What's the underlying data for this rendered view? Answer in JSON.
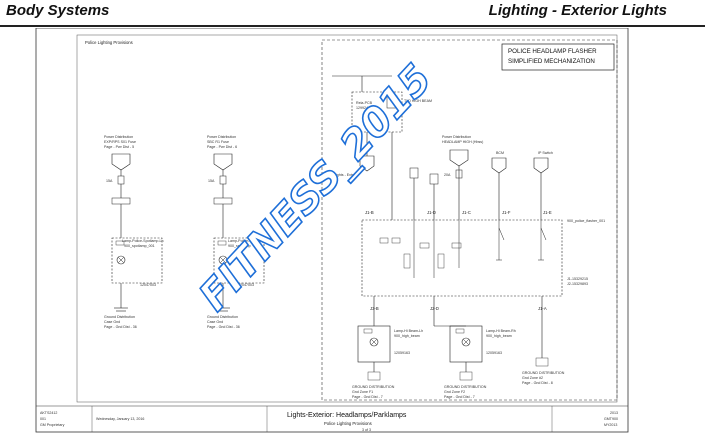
{
  "header": {
    "left_title": "Body Systems",
    "right_title": "Lighting - Exterior Lights"
  },
  "diagram": {
    "section_title": "Police Lighting Provisions",
    "box_title_line1": "POLICE HEADLAMP FLASHER",
    "box_title_line2": "SIMPLIFIED MECHANIZATION",
    "left_column": {
      "power_title": "Power Distribution",
      "power_line2": "EXP/RPS S01 Fuse",
      "power_line3": "Page - Pwr Dist - 5",
      "fuse": "15A",
      "lamp_label": "Lamp-Police-Spotlamp-Lh",
      "lamp_line2": "900_spotlamp_001",
      "part_no": "12047003",
      "ground_title": "Ground Distribution",
      "ground_line2": "Case Gnd",
      "ground_line3": "Page - Gnd Dist - 36"
    },
    "mid_column": {
      "power_title": "Power Distribution",
      "power_line2": "SBC R1 Fuse",
      "power_line3": "Page - Pwr Dist - 6",
      "fuse": "15A",
      "lamp_label": "Lamp-Police-Spotlamp-Rh",
      "lamp_line2": "900_spotlamp",
      "part_no": "12047003",
      "ground_title": "Ground Distribution",
      "ground_line2": "Case Gnd",
      "ground_line3": "Page - Gnd Dist - 36"
    },
    "right_area": {
      "power_dist_label": "Power Distribution",
      "power_dist_sub": "HEADLAMP HIGH (Hbss)",
      "fuse_20a": "20A",
      "bcm": "BCM",
      "ip_switch": "IP Switch",
      "relay_label": "Rela-PCB",
      "relay_part": "12992403",
      "hi_beam": "TLD HIGH BEAM",
      "connector_j1b": "J1-B",
      "connector_j1d": "J1-D",
      "connector_j1c": "J1-C",
      "connector_j1f": "J1-F",
      "connector_j1e": "J1-E",
      "connector_j3b": "J3-B",
      "connector_j2d": "J2-D",
      "connector_j1a": "J1-A",
      "module": "900_police_flasher_001",
      "j1_codes_1": "J1-15329215",
      "j1_codes_2": "J2-15329893",
      "lamp_hi_lh": "Lamp-Hi Beam-Lh",
      "lamp_hi_lh_sub": "900_high_beam",
      "lamp_hi_lh_part": "12059163",
      "lamp_hi_rh": "Lamp-Hi Beam-Rh",
      "lamp_hi_rh_sub": "900_high_beam",
      "lamp_hi_rh_part": "12059163",
      "gnd_dist_1": "GROUND DISTRIBUTION",
      "gnd_dist_1_sub": "Gnd Zone F1",
      "gnd_dist_1_page": "Page - Gnd Dist - 7",
      "gnd_dist_2": "GROUND DISTRIBUTION",
      "gnd_dist_2_sub": "Gnd Zone F2",
      "gnd_dist_2_page": "Page - Gnd Dist - 7",
      "gnd_dist_3": "GROUND DISTRIBUTION",
      "gnd_dist_3_sub": "Gnd Zone #2",
      "gnd_dist_3_page": "Page - Gnd Dist - 8",
      "lights_exterior": "Lights - Exterior"
    },
    "title_block": {
      "doc_no": "AKTS2412",
      "rev": "001",
      "date": "Wednesday, January 13, 2016",
      "owner": "GM Proprietary",
      "title": "Lights-Exterior: Headlamps/Parklamps",
      "subtitle": "Police Lighting Provisions",
      "sheet": "3 of 3",
      "year": "2013",
      "code1": "GMT900",
      "code2": "MY2013"
    },
    "watermark": "FITNESS_2015"
  }
}
